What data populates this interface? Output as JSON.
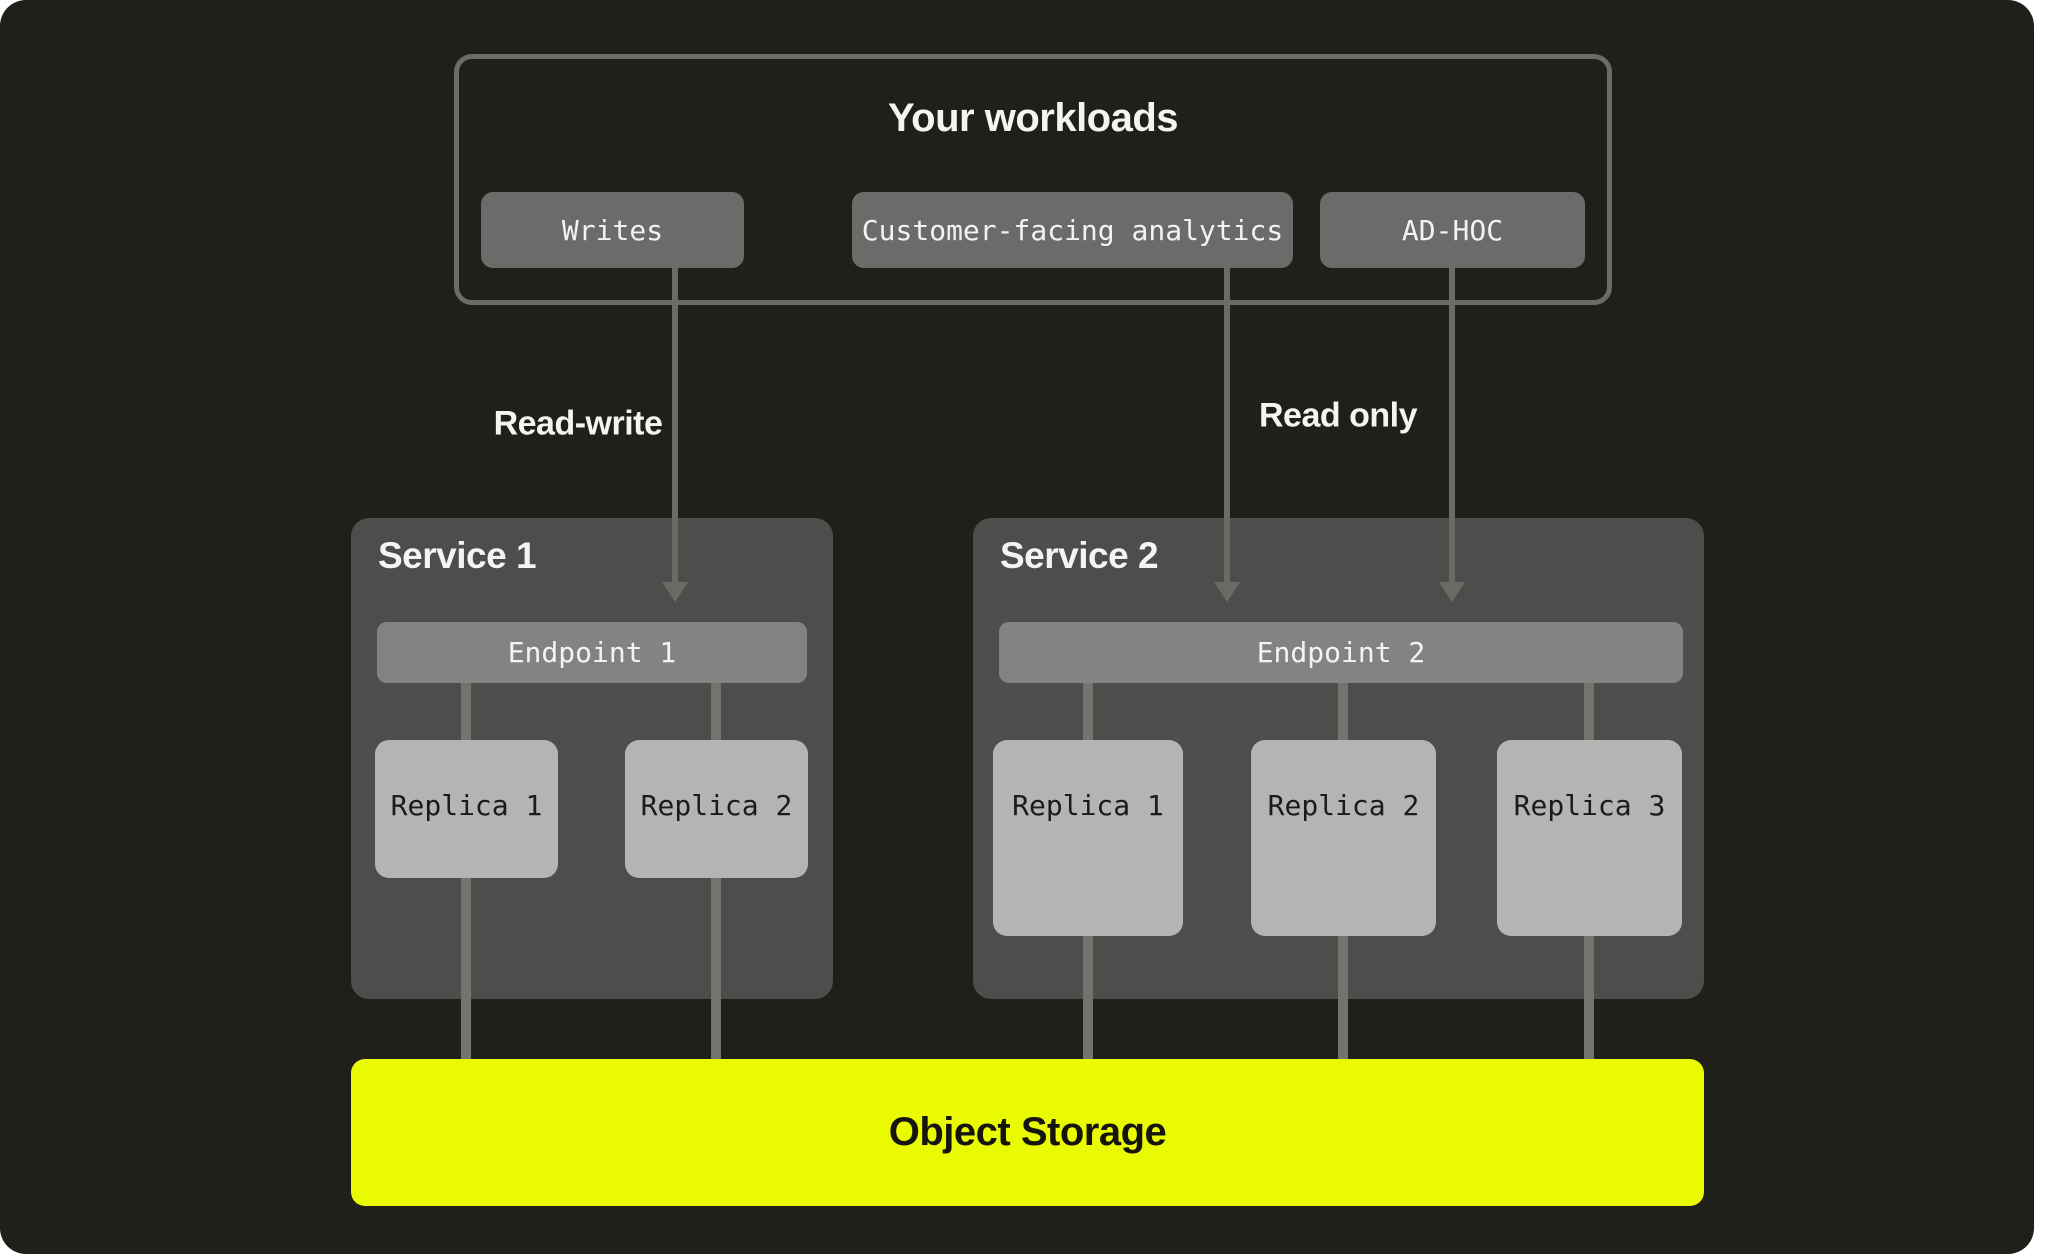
{
  "workloads": {
    "title": "Your workloads",
    "buttons": [
      {
        "label": "Writes"
      },
      {
        "label": "Customer-facing analytics"
      },
      {
        "label": "AD-HOC"
      }
    ]
  },
  "flows": {
    "read_write_label": "Read-write",
    "read_only_label": "Read only"
  },
  "services": [
    {
      "name": "Service 1",
      "endpoint": {
        "label": "Endpoint 1"
      },
      "replicas": [
        {
          "label": "Replica 1"
        },
        {
          "label": "Replica 2"
        }
      ]
    },
    {
      "name": "Service 2",
      "endpoint": {
        "label": "Endpoint 2"
      },
      "replicas": [
        {
          "label": "Replica 1"
        },
        {
          "label": "Replica 2"
        },
        {
          "label": "Replica 3"
        }
      ]
    }
  ],
  "storage": {
    "label": "Object Storage"
  },
  "colors": {
    "canvas_background": "#211F1A",
    "service_panel": "#4D4D4B",
    "workload_node": "#6B6B69",
    "endpoint_bar": "#838381",
    "replica_node": "#B4B4B2",
    "storage_accent": "#E9FA02",
    "connector_line": "#73736F",
    "arrow": "#6A6A67",
    "text_light": "#F4F4F2",
    "text_dark": "#1B1B19"
  }
}
